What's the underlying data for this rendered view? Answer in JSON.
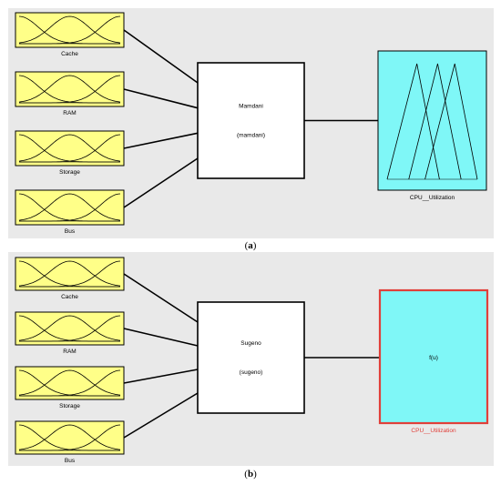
{
  "panels": [
    {
      "id": "a",
      "caption_letter": "a",
      "inputs": [
        "Cache",
        "RAM",
        "Storage",
        "Bus"
      ],
      "system_name": "Mamdani",
      "system_type": "(mamdani)",
      "output_label": "CPU__Utilization",
      "output_kind": "triangles",
      "output_text": "",
      "output_label_color": "#000000",
      "output_border_color": "#000000"
    },
    {
      "id": "b",
      "caption_letter": "b",
      "inputs": [
        "Cache",
        "RAM",
        "Storage",
        "Bus"
      ],
      "system_name": "Sugeno",
      "system_type": "(sugeno)",
      "output_label": "CPU__Utilization",
      "output_kind": "function",
      "output_text": "f(u)",
      "output_label_color": "#e0403a",
      "output_border_color": "#e0403a"
    }
  ],
  "colors": {
    "input_fill": "#ffff88",
    "output_fill": "#7ff7f7",
    "panel_bg": "#e9e9e9"
  }
}
